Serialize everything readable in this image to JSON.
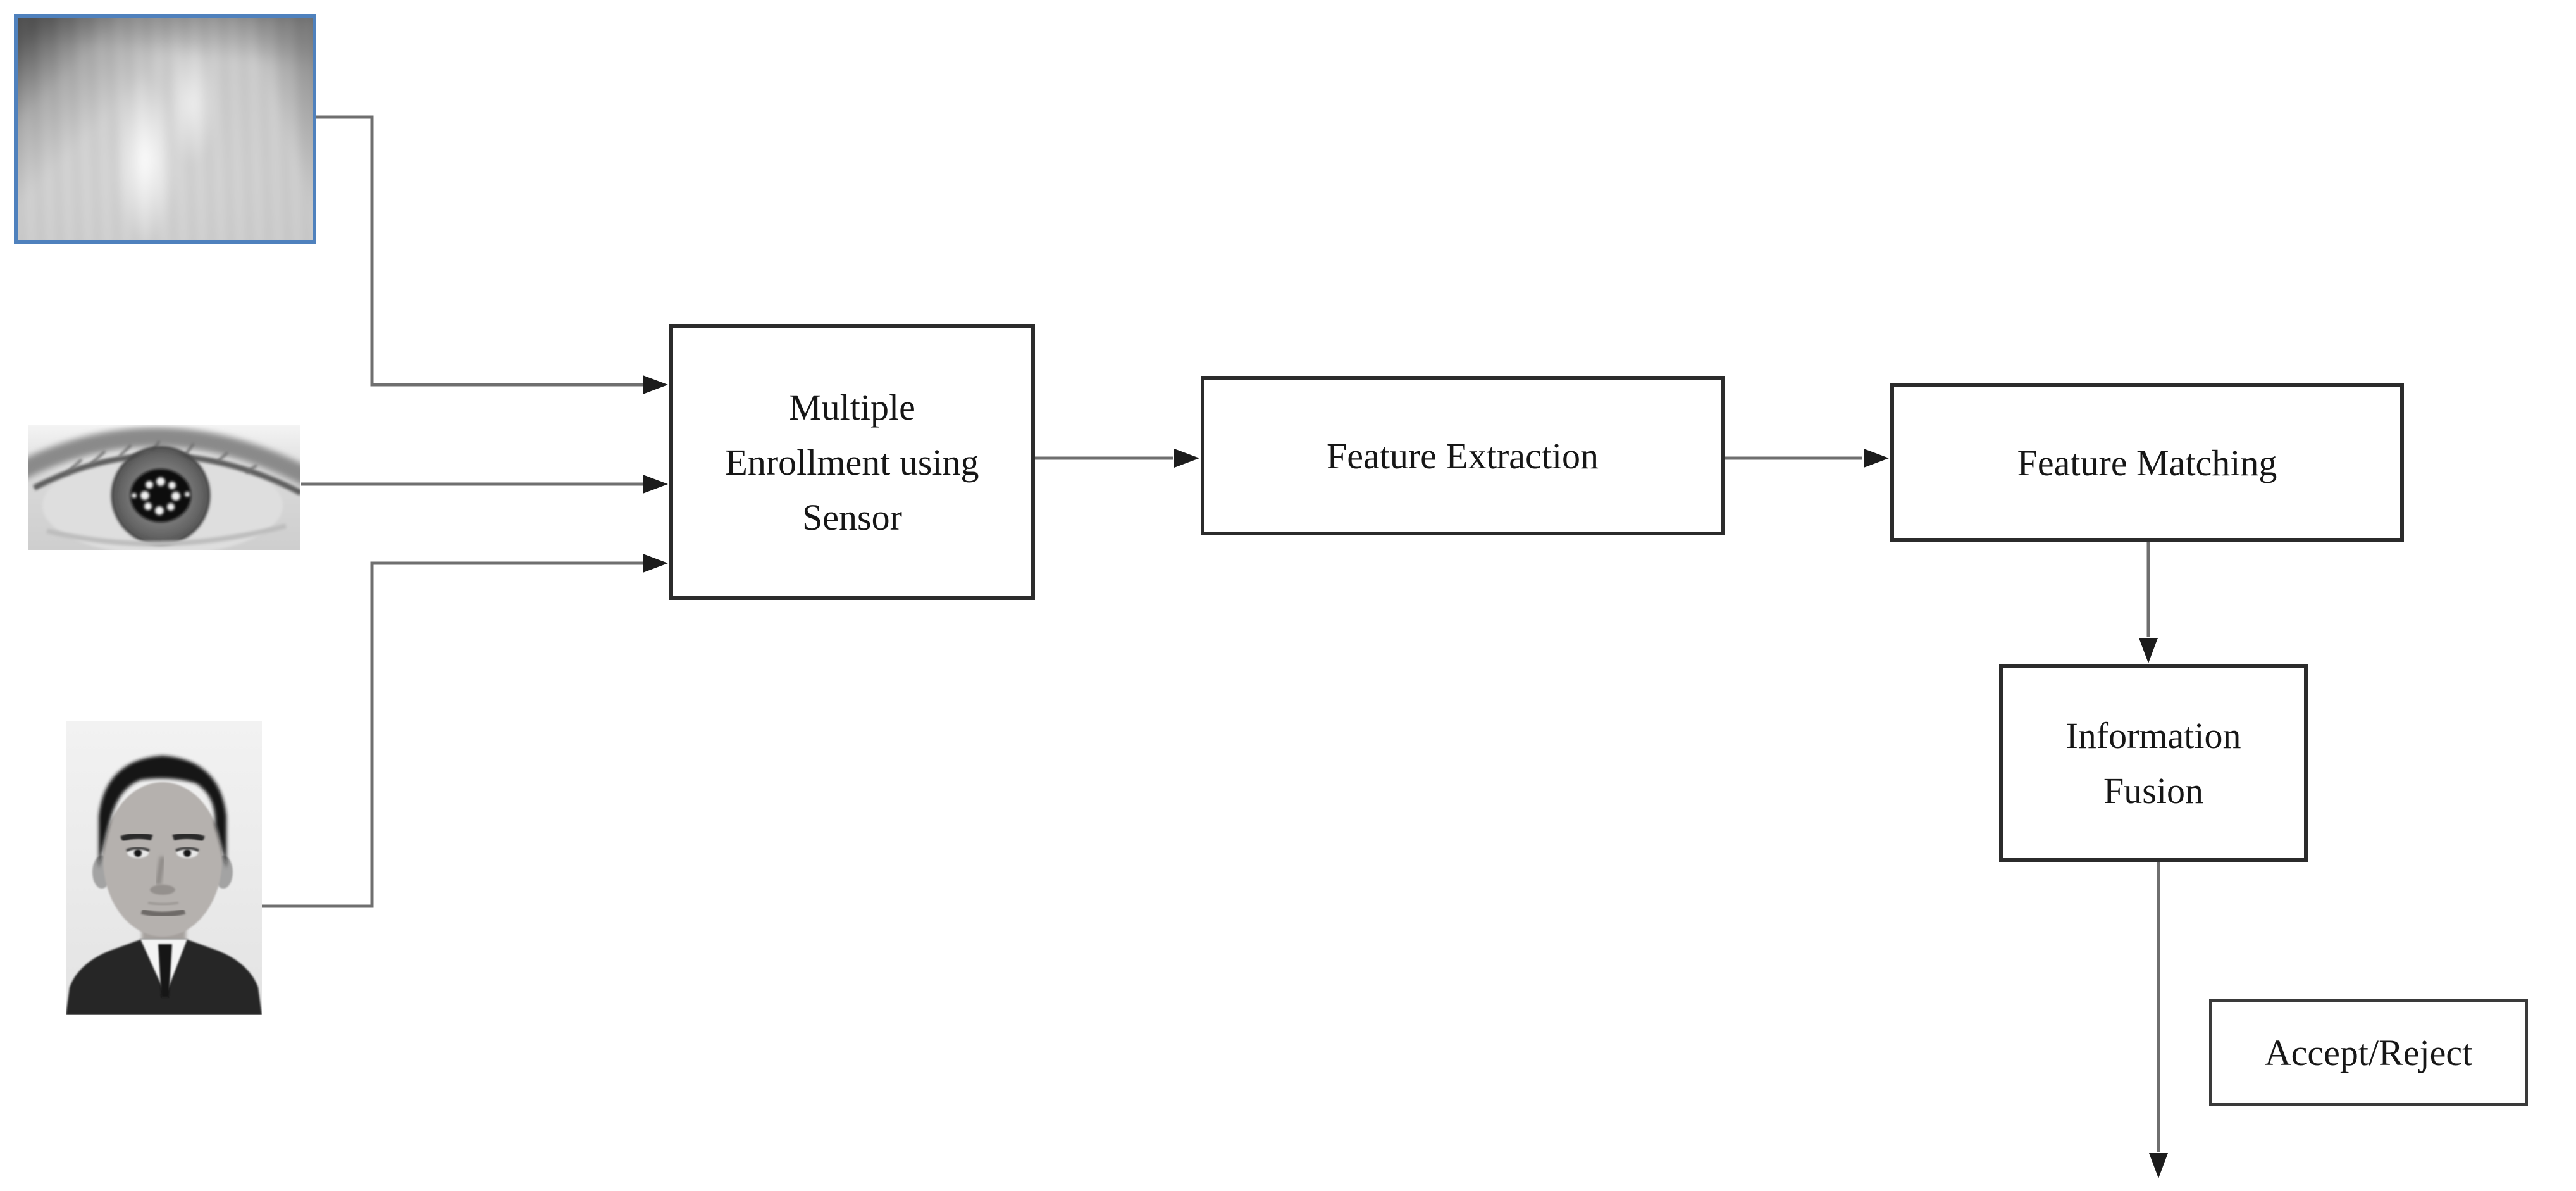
{
  "diagram": {
    "type": "flowchart",
    "background": "#ffffff",
    "nodes": [
      {
        "id": "enrollment",
        "label": "Multiple Enrollment using Sensor"
      },
      {
        "id": "extraction",
        "label": "Feature Extraction"
      },
      {
        "id": "matching",
        "label": "Feature Matching"
      },
      {
        "id": "fusion",
        "label": "Information Fusion"
      },
      {
        "id": "decision",
        "label": "Accept/Reject"
      }
    ],
    "inputs": [
      {
        "id": "fingerprint-sample",
        "icon": "fingerprint-photo-icon",
        "description": "grayscale fingerprint / thumb photo with blue border"
      },
      {
        "id": "iris-sample",
        "icon": "iris-photo-icon",
        "description": "grayscale close-up eye / iris photo"
      },
      {
        "id": "face-sample",
        "icon": "face-photo-icon",
        "description": "grayscale portrait photo of a man in a suit"
      }
    ],
    "edges": [
      {
        "from": "fingerprint-sample",
        "to": "enrollment"
      },
      {
        "from": "iris-sample",
        "to": "enrollment"
      },
      {
        "from": "face-sample",
        "to": "enrollment"
      },
      {
        "from": "enrollment",
        "to": "extraction"
      },
      {
        "from": "extraction",
        "to": "matching"
      },
      {
        "from": "matching",
        "to": "fusion"
      },
      {
        "from": "fusion",
        "to": "output-arrow"
      }
    ],
    "colors": {
      "connector": "#6f6f6f",
      "arrowhead": "#1c1c1c",
      "node_border": "#2b2b2b",
      "fingerprint_border": "#4f81bd"
    }
  }
}
